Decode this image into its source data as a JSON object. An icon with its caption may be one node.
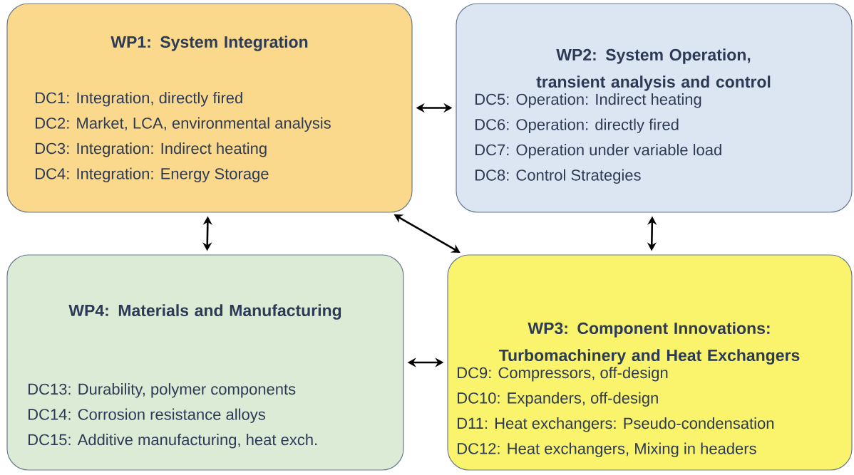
{
  "diagram": {
    "nodes": [
      {
        "text": [
          "WP1: System Integration",
          "DC1: Integration, directly fired",
          "DC2: Market, LCA, environmental analysis",
          "DC3: Integration: Indirect heating",
          "DC4: Integration: Energy Storage"
        ]
      },
      {
        "text": [
          "WP2: System Operation, transient analysis and control",
          "DC5: Operation: Indirect heating",
          "DC6: Operation: directly fired",
          "DC7: Operation under variable load",
          "DC8: Control Strategies"
        ]
      },
      {
        "text": [
          "WP3: Component Innovations: Turbomachinery and Heat Exchangers",
          "DC9: Compressors, off-design",
          "DC10: Expanders, off-design",
          "D11: Heat exchangers: Pseudo-condensation",
          "DC12: Heat exchangers, Mixing in headers"
        ]
      },
      {
        "text": [
          "WP4: Materials and Manufacturing",
          "DC13: Durability, polymer components",
          "DC14: Corrosion resistance alloys",
          "DC15: Additive manufacturing, heat exch."
        ]
      }
    ],
    "edges": [
      {
        "from": 0,
        "to": 1,
        "arrow": "both"
      },
      {
        "from": 0,
        "to": 3,
        "arrow": "both"
      },
      {
        "from": 1,
        "to": 2,
        "arrow": "both"
      },
      {
        "from": 0,
        "to": 2,
        "arrow": "both"
      },
      {
        "from": 3,
        "to": 2,
        "arrow": "both"
      }
    ]
  }
}
